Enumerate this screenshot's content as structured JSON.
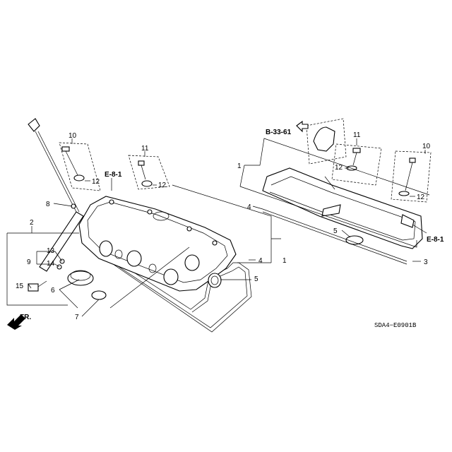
{
  "labels": {
    "c10_left": "10",
    "c11_left": "11",
    "c12_left": "12",
    "c12_left2": "12",
    "ref_e81_left": "E-8-1",
    "c8": "8",
    "c2": "2",
    "c13": "13",
    "c9": "9",
    "c14": "14",
    "c15": "15",
    "c6": "6",
    "c7": "7",
    "fr": "FR.",
    "c1_left": "1",
    "c4_left": "4",
    "c5_left": "5",
    "ref_b3361": "B-33-61",
    "c11_right": "11",
    "c10_right": "10",
    "c1_right": "1",
    "c12_right": "12",
    "c12_right2": "12",
    "c4_right": "4",
    "c5_right": "5",
    "ref_e81_right": "E-8-1",
    "c3": "3",
    "diagram_code": "SDA4−E0901B"
  }
}
